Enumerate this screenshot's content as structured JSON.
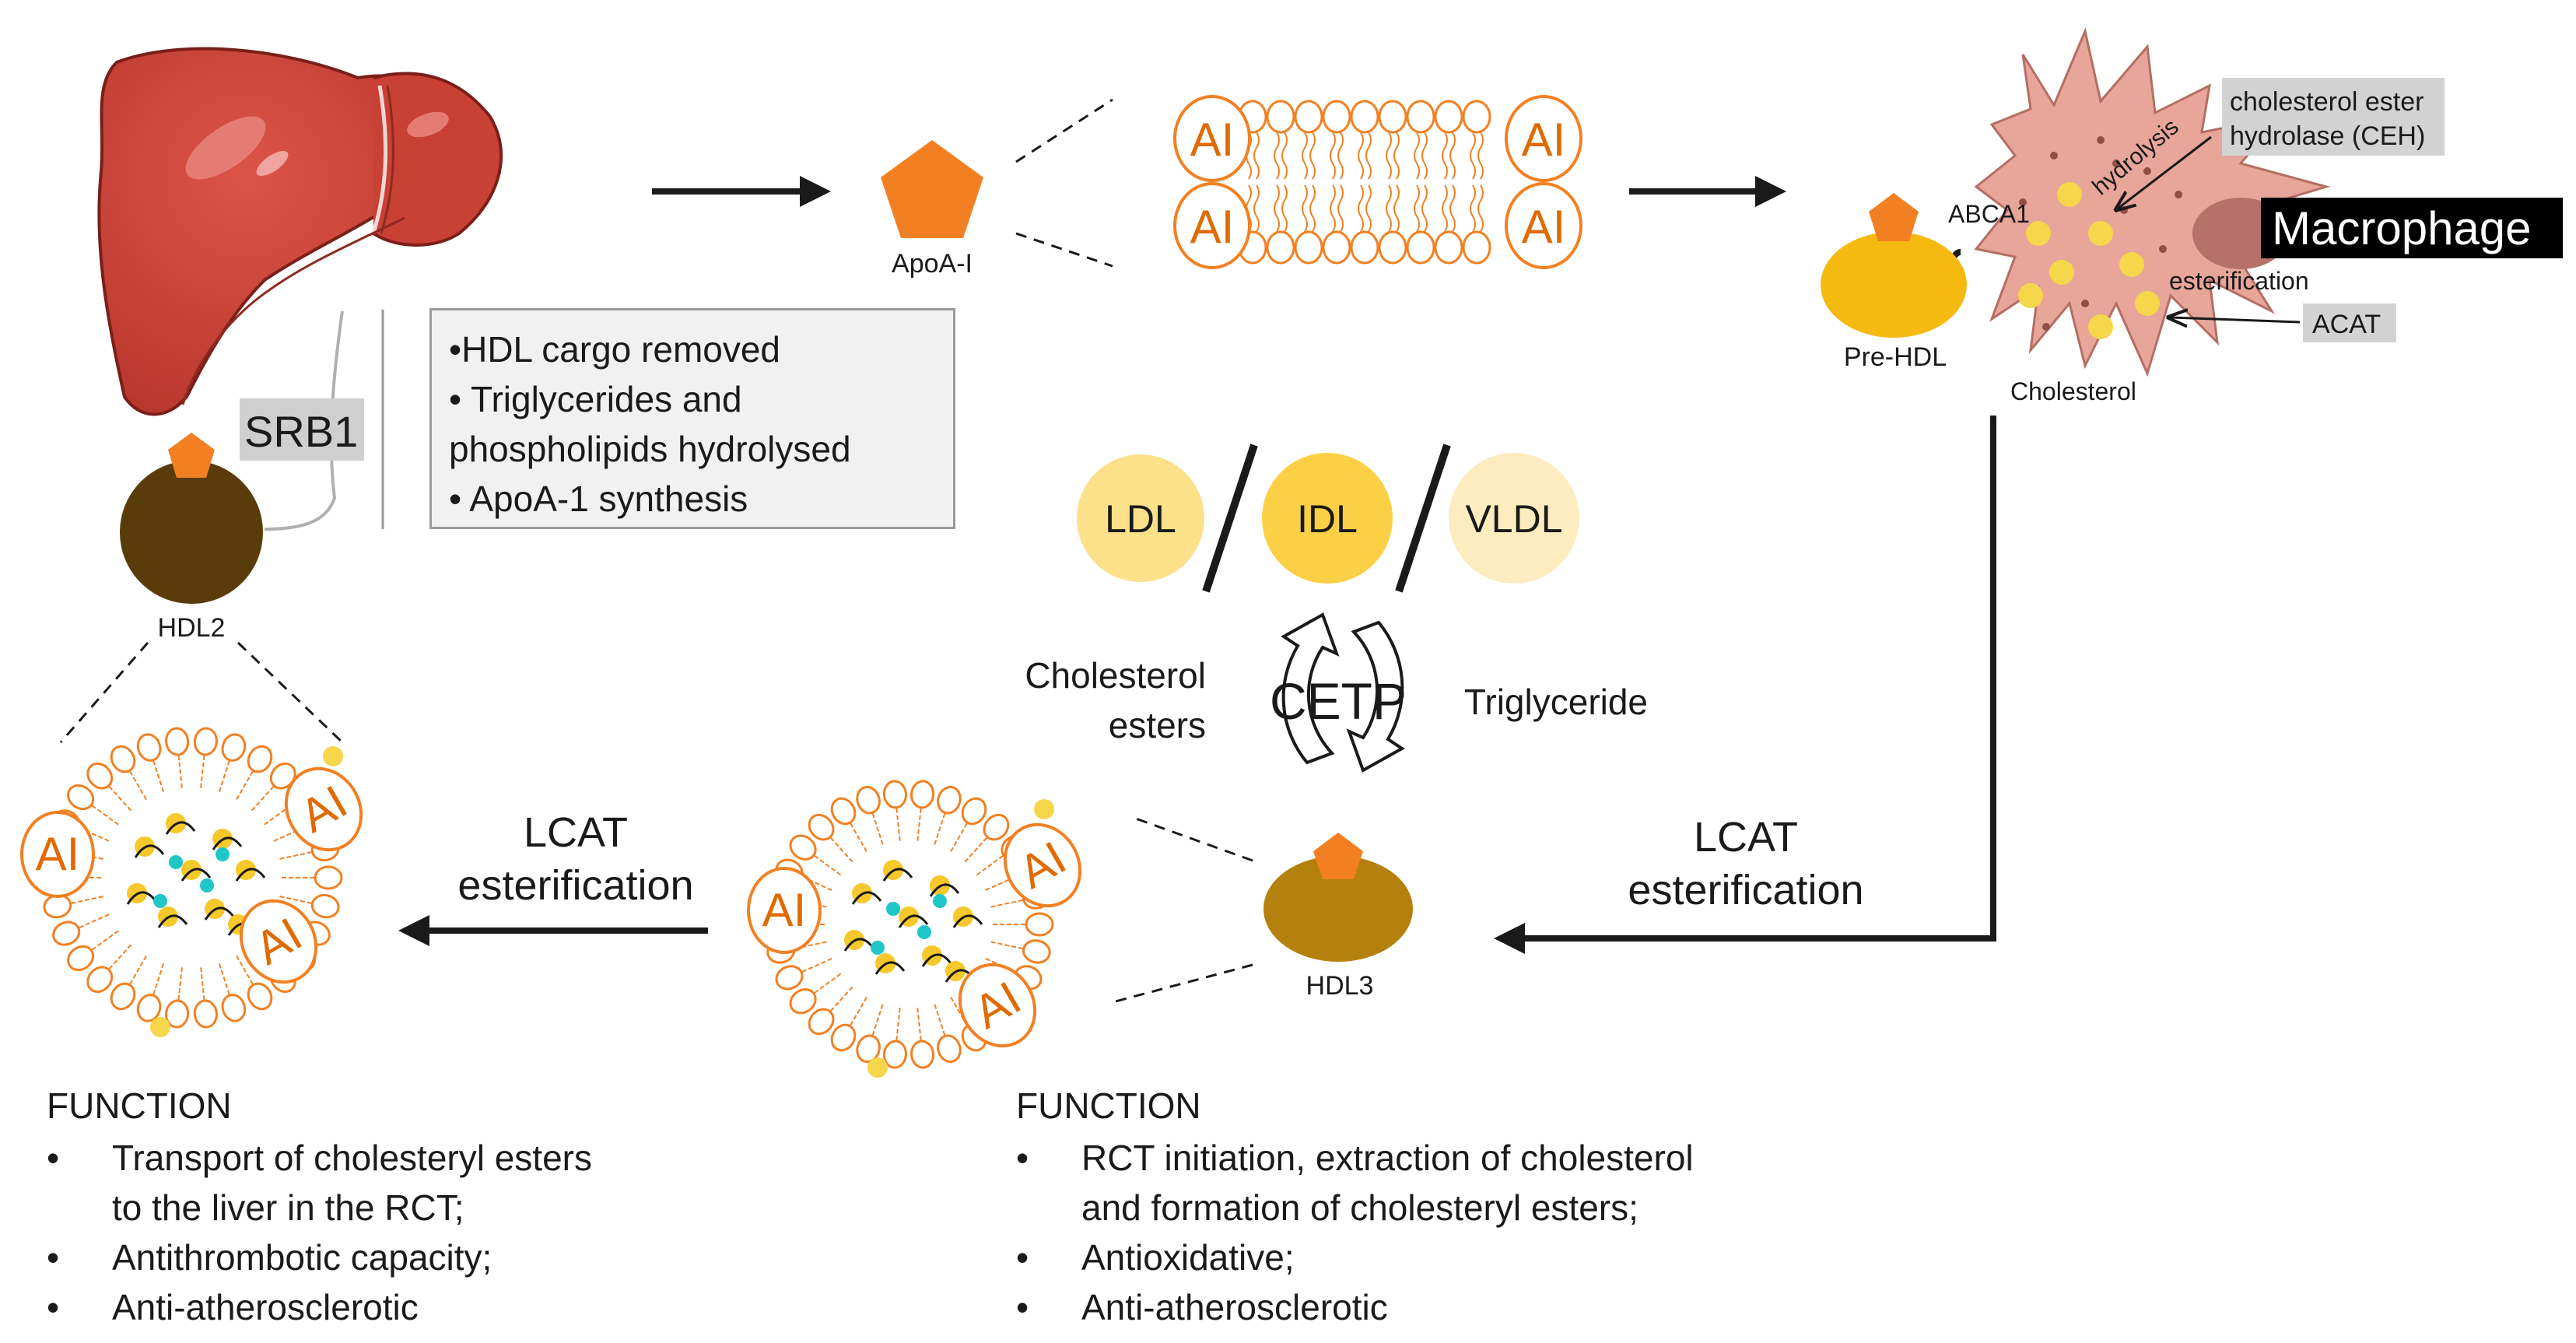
{
  "liver": {
    "receptor_label": "SRB1"
  },
  "info_box": {
    "items": [
      "•HDL cargo removed",
      "• Triglycerides and",
      "phospholipids hydrolysed",
      "• ApoA-1 synthesis"
    ]
  },
  "particles": {
    "hdl2": "HDL2",
    "apoa1": "ApoA-I",
    "pre_hdl": "Pre-HDL",
    "hdl3": "HDL3",
    "apolipoprotein_short": "AI"
  },
  "macrophage": {
    "title": "Macrophage",
    "transporter": "ABCA1",
    "ceh_line1": "cholesterol ester",
    "ceh_line2": "hydrolase (CEH)",
    "hydrolysis": "hydrolysis",
    "esterification": "esterification",
    "acat": "ACAT",
    "cholesterol": "Cholesterol"
  },
  "lipoproteins": {
    "ldl": "LDL",
    "idl": "IDL",
    "vldl": "VLDL"
  },
  "cetp": {
    "center": "CETP",
    "left_line1": "Cholesterol",
    "left_line2": "esters",
    "right": "Triglyceride"
  },
  "lcat_right": {
    "line1": "LCAT",
    "line2": "esterification"
  },
  "lcat_left": {
    "line1": "LCAT",
    "line2": "esterification"
  },
  "function_hdl2": {
    "title": "FUNCTION",
    "items": [
      "Transport of cholesteryl esters",
      "to the liver in the RCT;",
      "Antithrombotic capacity;",
      "Anti-atherosclerotic"
    ]
  },
  "function_hdl3": {
    "title": "FUNCTION",
    "items": [
      "RCT initiation, extraction of cholesterol",
      "and formation of cholesteryl esters;",
      "Antioxidative;",
      "Anti-atherosclerotic"
    ]
  },
  "colors": {
    "liver": "#c94034",
    "apo": "#f28022",
    "hdl2": "#5a3c0a",
    "hdl3": "#b5810e",
    "pre_hdl": "#f6b910",
    "macrophage": "#e8a59a",
    "ldl": "#fde08a",
    "idl": "#fcd045",
    "vldl": "#fdecc0"
  }
}
